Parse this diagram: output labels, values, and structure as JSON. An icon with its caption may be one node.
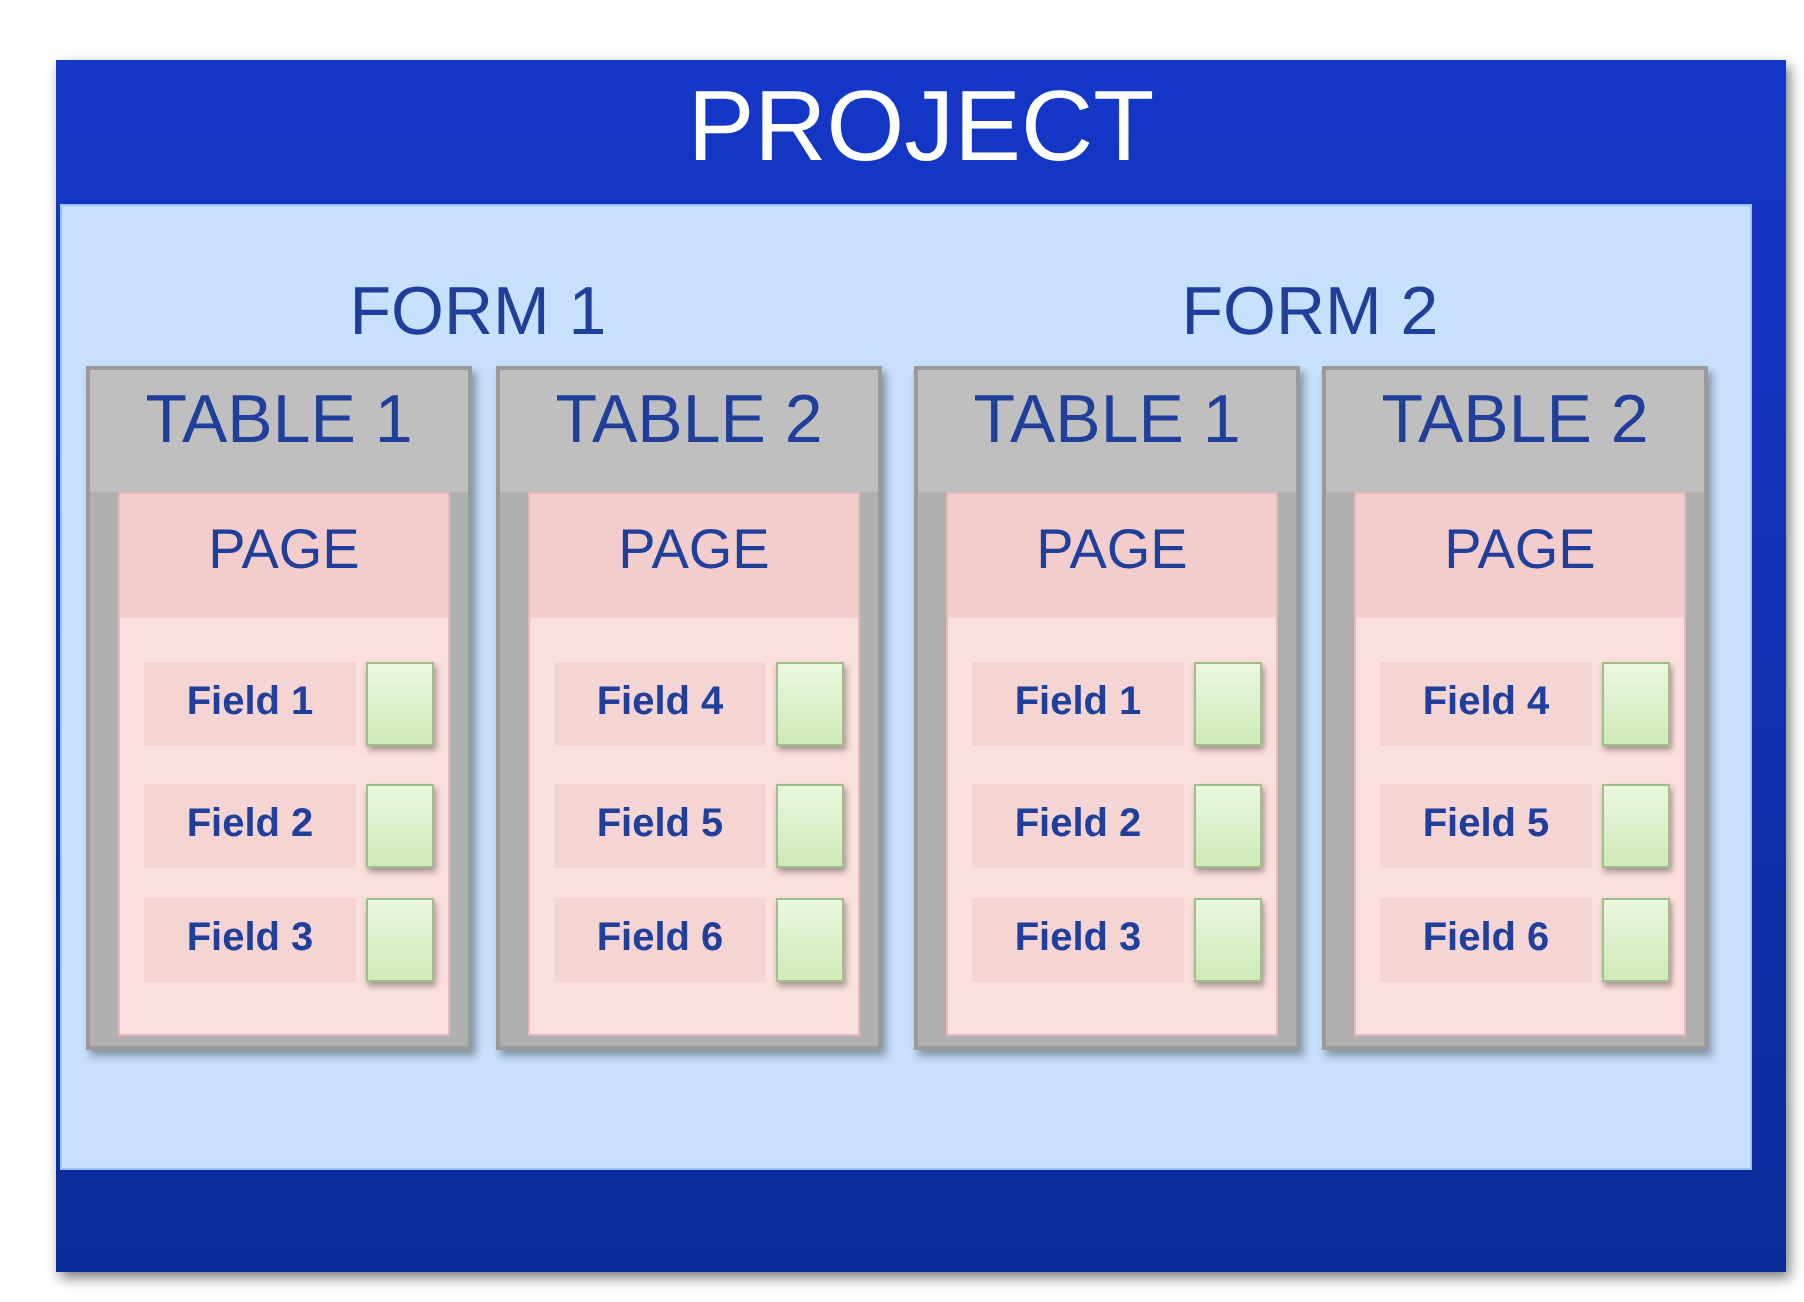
{
  "diagram": {
    "nodes": [
      {
        "text": [
          "PROJECT"
        ]
      },
      {
        "text": [],
        "shape": "box",
        "in": 0
      },
      {
        "text": [
          "TABLE 1"
        ],
        "in": 1
      },
      {
        "text": [
          "PAGE"
        ],
        "in": 2
      },
      {
        "text": [
          "Field 1"
        ],
        "in": 3
      },
      {
        "text": [],
        "shape": "box",
        "in": 3
      },
      {
        "text": [
          "Field 2"
        ],
        "in": 3
      },
      {
        "text": [],
        "shape": "box",
        "in": 3
      },
      {
        "text": [
          "Field 3"
        ],
        "in": 3
      },
      {
        "text": [],
        "shape": "box",
        "in": 3
      },
      {
        "text": [
          "TABLE 2"
        ],
        "in": 1
      },
      {
        "text": [
          "PAGE"
        ],
        "in": 10
      },
      {
        "text": [
          "Field 4"
        ],
        "in": 11
      },
      {
        "text": [],
        "shape": "box",
        "in": 11
      },
      {
        "text": [
          "Field 5"
        ],
        "in": 11
      },
      {
        "text": [],
        "shape": "box",
        "in": 11
      },
      {
        "text": [
          "Field 6"
        ],
        "in": 11
      },
      {
        "text": [],
        "shape": "box",
        "in": 11
      },
      {
        "text": [
          "TABLE 1"
        ],
        "in": 1
      },
      {
        "text": [
          "PAGE"
        ],
        "in": 18
      },
      {
        "text": [
          "Field 1"
        ],
        "in": 19
      },
      {
        "text": [],
        "shape": "box",
        "in": 19
      },
      {
        "text": [
          "Field 2"
        ],
        "in": 19
      },
      {
        "text": [],
        "shape": "box",
        "in": 19
      },
      {
        "text": [
          "Field 3"
        ],
        "in": 19
      },
      {
        "text": [],
        "shape": "box",
        "in": 19
      },
      {
        "text": [
          "TABLE 2"
        ],
        "in": 1
      },
      {
        "text": [
          "PAGE"
        ],
        "in": 26
      },
      {
        "text": [
          "Field 4"
        ],
        "in": 27
      },
      {
        "text": [],
        "shape": "box",
        "in": 27
      },
      {
        "text": [
          "Field 5"
        ],
        "in": 27
      },
      {
        "text": [],
        "shape": "box",
        "in": 27
      },
      {
        "text": [
          "Field 6"
        ],
        "in": 27
      },
      {
        "text": [],
        "shape": "box",
        "in": 27
      }
    ],
    "labels": [
      "FORM 1",
      "FORM 2"
    ]
  }
}
